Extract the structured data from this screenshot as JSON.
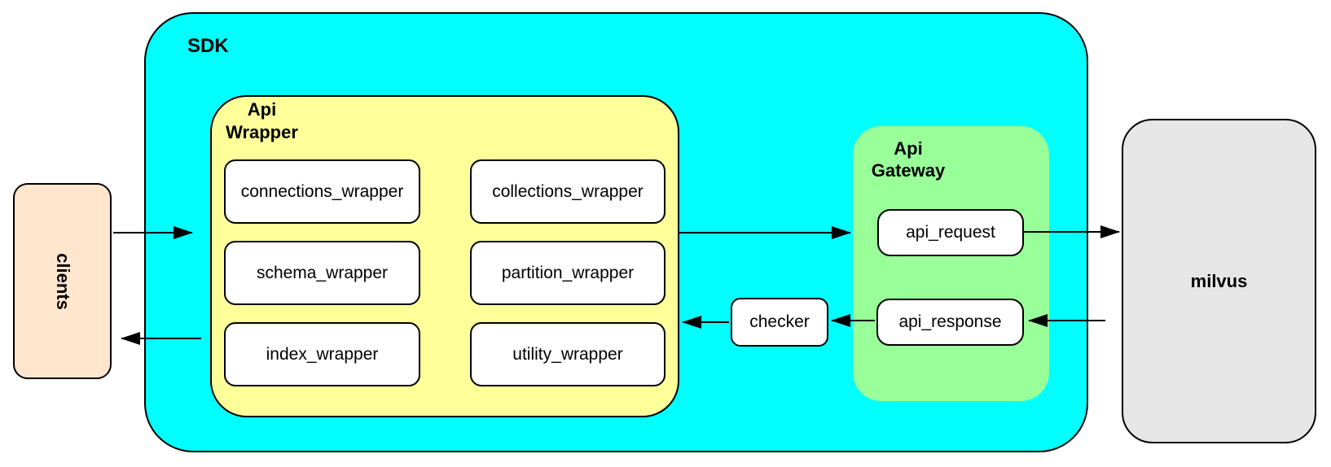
{
  "colors": {
    "sdk_fill": "#00FFFF",
    "wrapper_fill": "#FFFF99",
    "gateway_fill": "#99FF99",
    "clients_fill": "#FFE6CC",
    "milvus_fill": "#E6E6E6",
    "box_fill": "#FFFFFF",
    "stroke": "#000000"
  },
  "nodes": {
    "clients": {
      "label": "clients"
    },
    "sdk": {
      "label": "SDK"
    },
    "api_wrapper": {
      "label_lines": [
        "Api",
        "Wrapper"
      ],
      "items": [
        "connections_wrapper",
        "collections_wrapper",
        "schema_wrapper",
        "partition_wrapper",
        "index_wrapper",
        "utility_wrapper"
      ]
    },
    "checker": {
      "label": "checker"
    },
    "api_gateway": {
      "label_lines": [
        "Api",
        "Gateway"
      ],
      "items": [
        "api_request",
        "api_response"
      ]
    },
    "milvus": {
      "label": "milvus"
    }
  }
}
